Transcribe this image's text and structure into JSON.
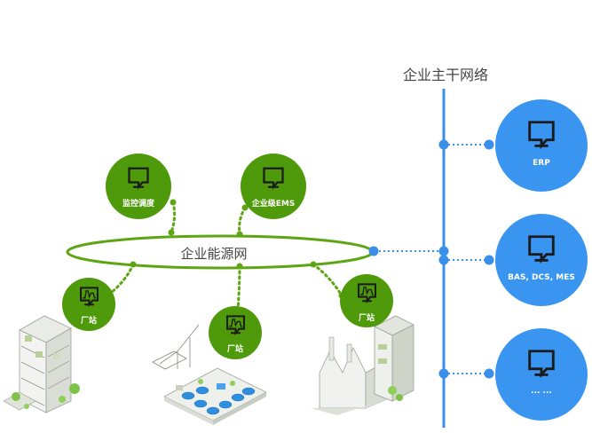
{
  "backbone": {
    "title": "企业主干网络"
  },
  "energy_net": {
    "label": "企业能源网"
  },
  "upper_nodes": [
    {
      "id": "monitor",
      "label": "监控调度",
      "icon": "monitor-icon"
    },
    {
      "id": "ems",
      "label": "企业级EMS",
      "icon": "monitor-icon"
    }
  ],
  "stations": [
    {
      "id": "station-left",
      "label": "厂站",
      "icon": "trend-monitor-icon"
    },
    {
      "id": "station-center",
      "label": "厂站",
      "icon": "trend-monitor-icon"
    },
    {
      "id": "station-right",
      "label": "厂站",
      "icon": "trend-monitor-icon"
    }
  ],
  "systems": [
    {
      "id": "erp",
      "label": "ERP",
      "icon": "monitor-icon"
    },
    {
      "id": "bas-dcs-mes",
      "label": "BAS, DCS, MES",
      "icon": "monitor-icon"
    },
    {
      "id": "other",
      "label": "... ...",
      "icon": "monitor-icon"
    }
  ],
  "colors": {
    "green": "#4e9a0a",
    "green_line": "#5ea514",
    "blue": "#3a95f1",
    "blue_line": "#3a8fe8",
    "text_dark": "#444444",
    "white": "#ffffff"
  }
}
